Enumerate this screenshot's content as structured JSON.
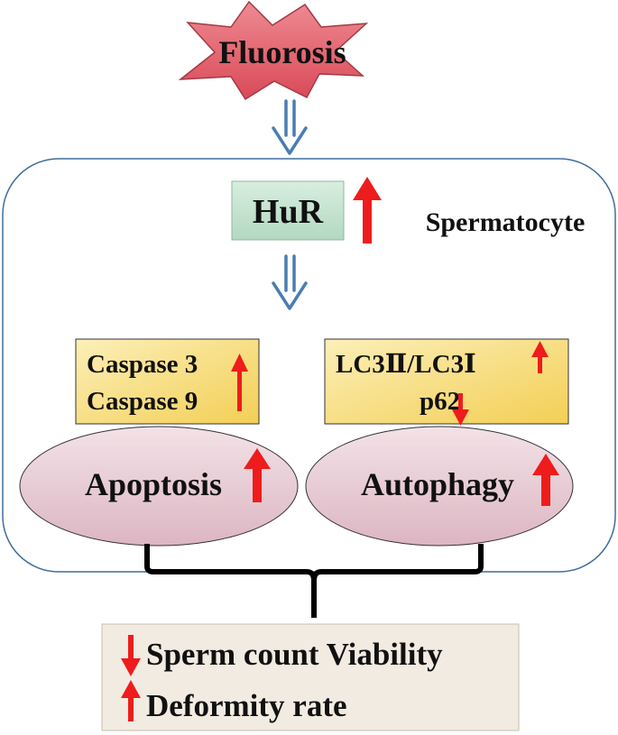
{
  "nodes": {
    "source": {
      "label": "Fluorosis"
    },
    "cell": {
      "label": "Spermatocyte"
    },
    "regulator": {
      "label": "HuR"
    },
    "apoptosis_markers": {
      "line1": "Caspase 3",
      "line2": "Caspase 9"
    },
    "autophagy_markers": {
      "line1": "LC3Ⅱ/LC3Ⅰ",
      "line2": "p62"
    },
    "apoptosis": {
      "label": "Apoptosis"
    },
    "autophagy": {
      "label": "Autophagy"
    },
    "outcome": {
      "line1": "Sperm count  Viability",
      "line2": "Deformity rate"
    }
  },
  "indicators": {
    "hur": "up",
    "caspase": "up",
    "lc3_ratio": "up",
    "p62": "down",
    "apoptosis": "up",
    "autophagy": "up",
    "sperm_count_viability": "down",
    "deformity_rate": "up"
  },
  "colors": {
    "star_fill": "#e16470",
    "star_stroke": "#a23a45",
    "cell_border": "#3f6e9c",
    "flow_arrow": "#4a7eb2",
    "hur_box_fill": "#c4e2cf",
    "hur_box_stroke": "#8fb7a0",
    "marker_box_fill": "#f9df7f",
    "marker_box_stroke": "#333333",
    "ellipse_fill": "#e6c9d2",
    "outcome_box_fill": "#f2ebe2",
    "outcome_box_stroke": "#c9bfae",
    "indicator_red": "#ee1c1c",
    "bracket": "#000000"
  }
}
